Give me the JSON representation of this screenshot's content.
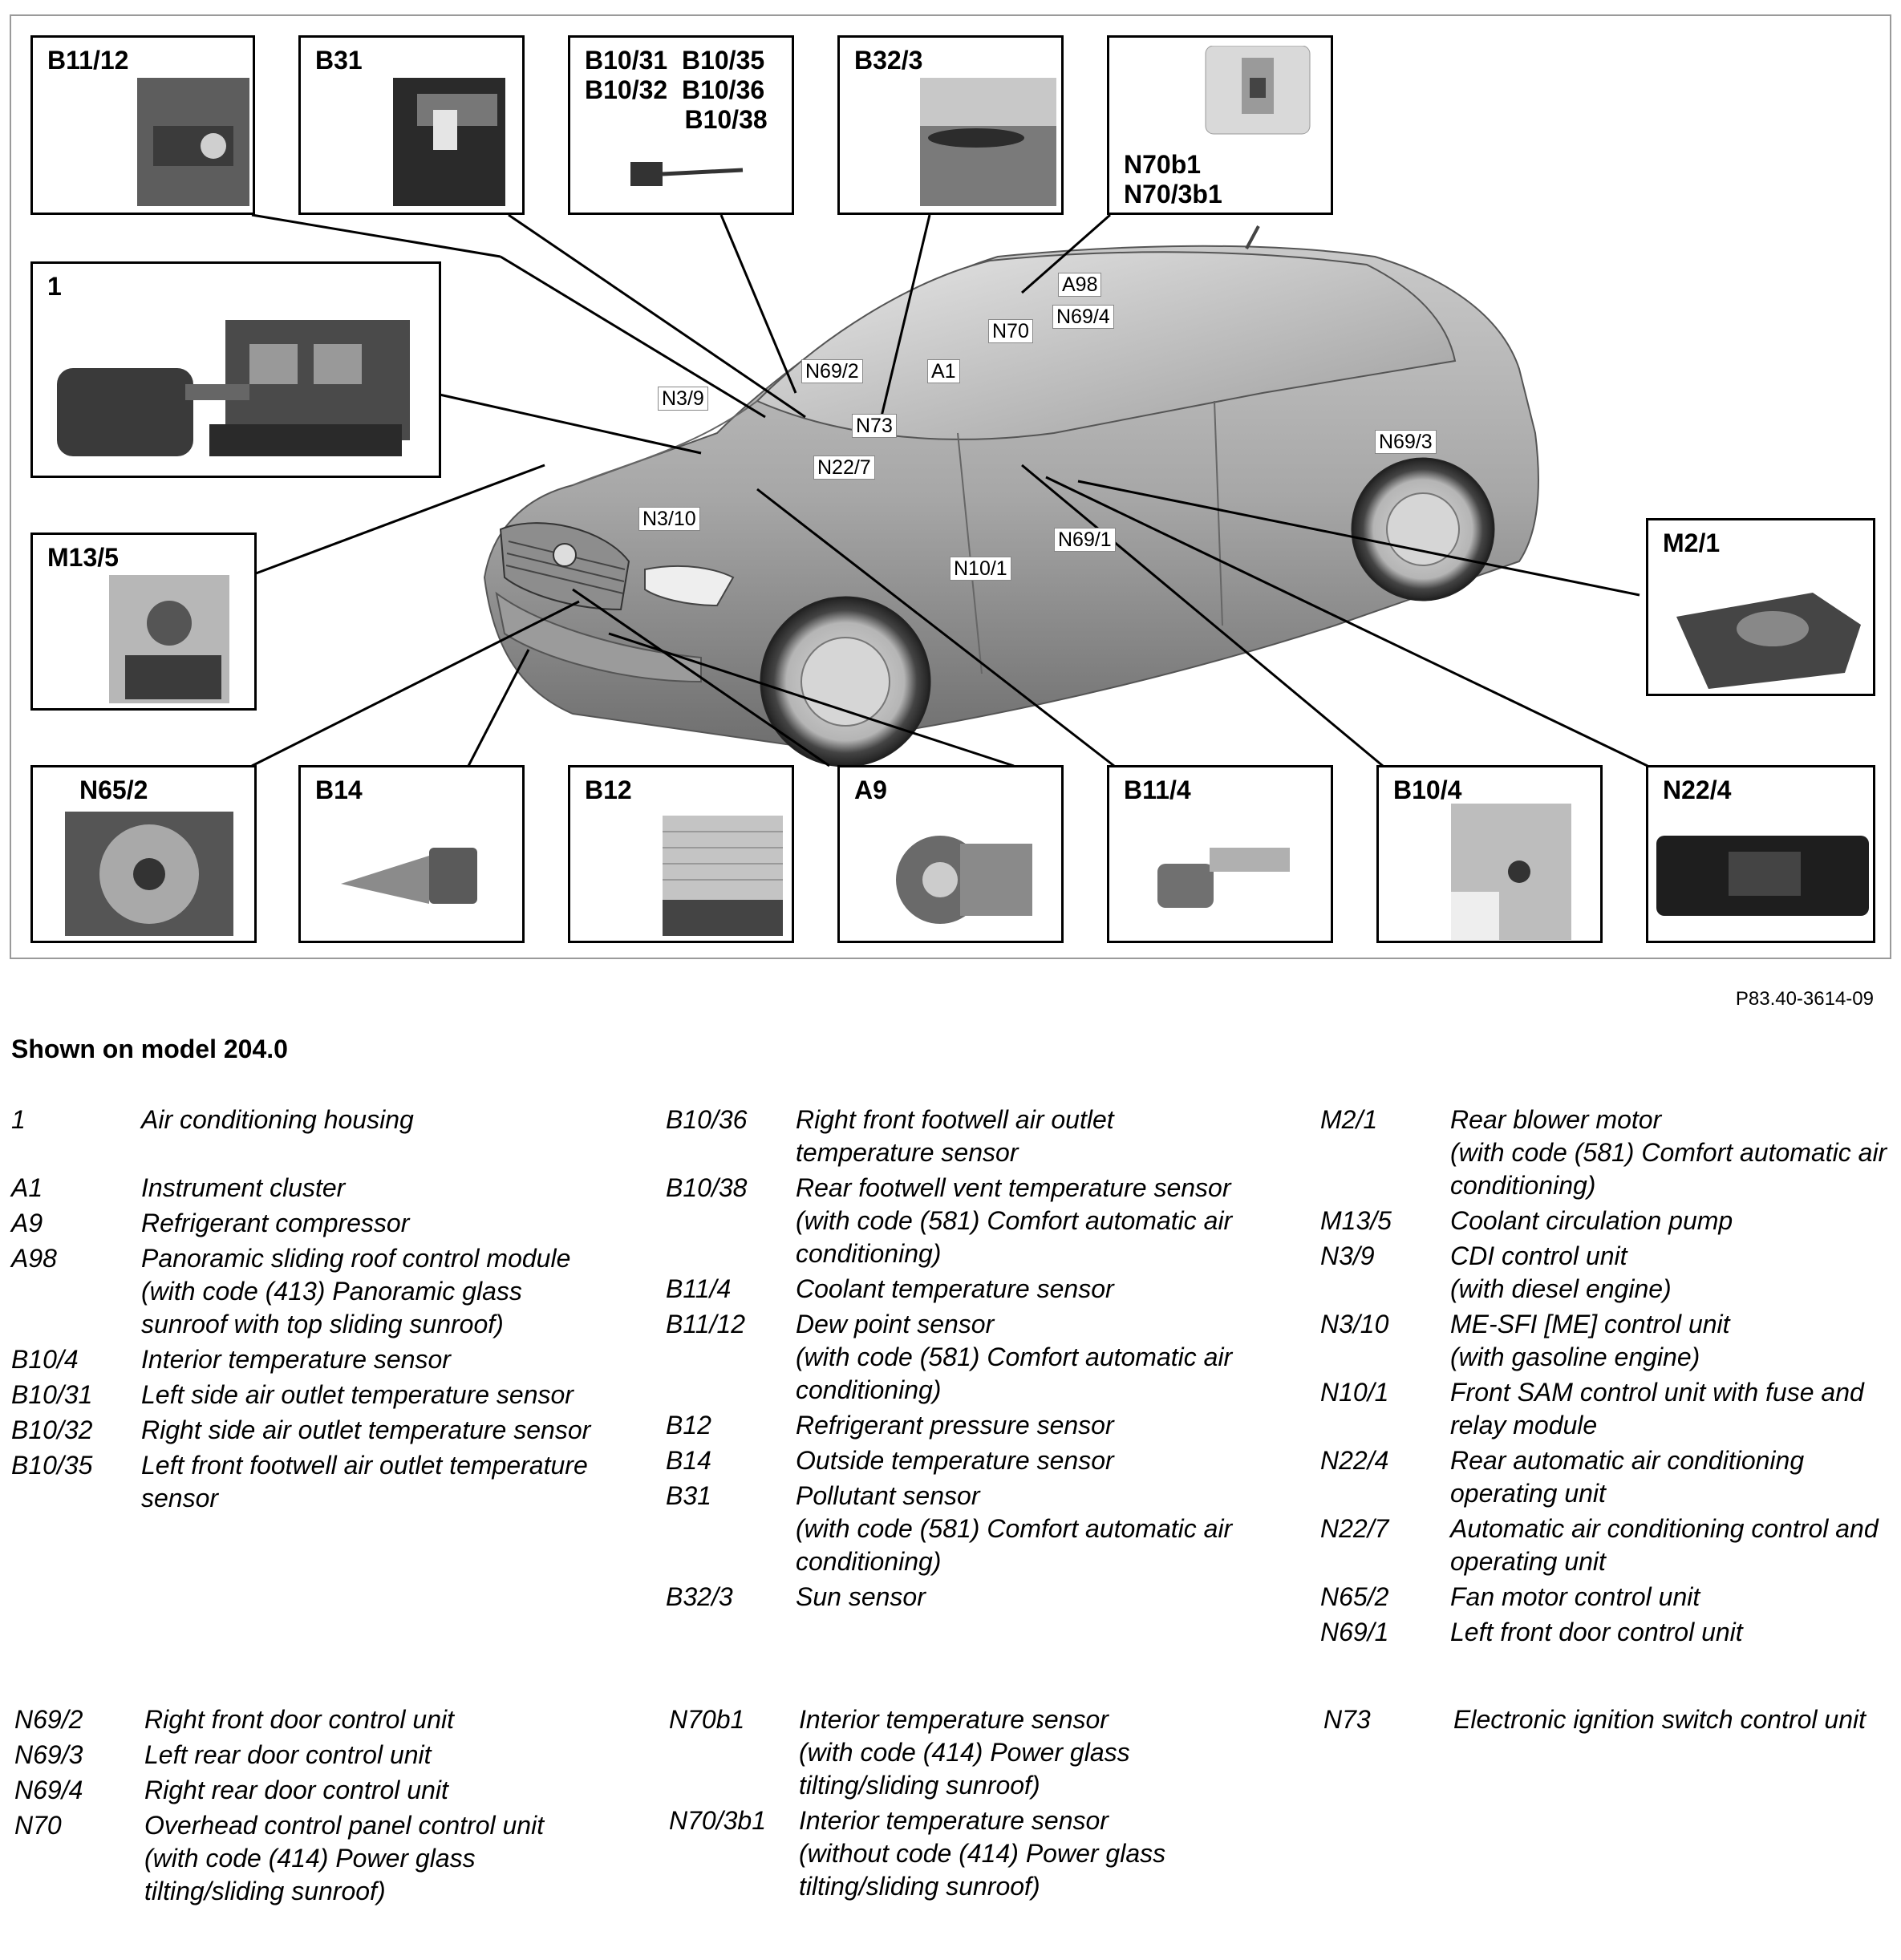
{
  "figure": {
    "figure_code": "P83.40-3614-09",
    "model_note": "Shown on model 204.0",
    "callouts": [
      {
        "id": "b11-12",
        "title": "B11/12"
      },
      {
        "id": "b31",
        "title": "B31"
      },
      {
        "id": "b10-group",
        "title": "B10/31  B10/35\nB10/32  B10/36\n              B10/38"
      },
      {
        "id": "b32-3",
        "title": "B32/3"
      },
      {
        "id": "n70b1",
        "title": "N70b1\nN70/3b1"
      },
      {
        "id": "housing",
        "title": "1"
      },
      {
        "id": "m13-5",
        "title": "M13/5"
      },
      {
        "id": "m2-1",
        "title": "M2/1"
      },
      {
        "id": "n65-2",
        "title": "N65/2"
      },
      {
        "id": "b14",
        "title": "B14"
      },
      {
        "id": "b12",
        "title": "B12"
      },
      {
        "id": "a9",
        "title": "A9"
      },
      {
        "id": "b11-4",
        "title": "B11/4"
      },
      {
        "id": "b10-4",
        "title": "B10/4"
      },
      {
        "id": "n22-4",
        "title": "N22/4"
      }
    ],
    "car_labels": [
      "A98",
      "N70",
      "N69/4",
      "N69/2",
      "A1",
      "N3/9",
      "N73",
      "N22/7",
      "N3/10",
      "N69/3",
      "N69/1",
      "N10/1"
    ]
  },
  "legend": {
    "columns": [
      [
        {
          "code": "1",
          "desc": "Air conditioning housing",
          "gap": true
        },
        {
          "code": "A1",
          "desc": "Instrument cluster"
        },
        {
          "code": "A9",
          "desc": "Refrigerant compressor"
        },
        {
          "code": "A98",
          "desc": "Panoramic sliding roof control module (with code (413) Panoramic glass sunroof with top sliding sunroof)"
        },
        {
          "code": "B10/4",
          "desc": "Interior temperature sensor"
        },
        {
          "code": "B10/31",
          "desc": "Left side air outlet temperature sensor"
        },
        {
          "code": "B10/32",
          "desc": "Right side air outlet temperature sensor"
        },
        {
          "code": "B10/35",
          "desc": "Left front footwell air outlet temperature sensor"
        }
      ],
      [
        {
          "code": "B10/36",
          "desc": "Right front footwell air outlet temperature sensor"
        },
        {
          "code": "B10/38",
          "desc": "Rear footwell vent temperature sensor\n(with code (581) Comfort automatic air conditioning)"
        },
        {
          "code": "B11/4",
          "desc": "Coolant temperature sensor"
        },
        {
          "code": "B11/12",
          "desc": "Dew point sensor\n(with code (581) Comfort automatic air conditioning)"
        },
        {
          "code": "B12",
          "desc": "Refrigerant pressure sensor"
        },
        {
          "code": "B14",
          "desc": "Outside temperature sensor"
        },
        {
          "code": "B31",
          "desc": "Pollutant sensor\n(with code (581) Comfort automatic air conditioning)"
        },
        {
          "code": "B32/3",
          "desc": "Sun sensor"
        }
      ],
      [
        {
          "code": "M2/1",
          "desc": "Rear blower motor\n(with code (581) Comfort automatic air conditioning)"
        },
        {
          "code": "M13/5",
          "desc": "Coolant circulation pump"
        },
        {
          "code": "N3/9",
          "desc": "CDI control unit\n(with diesel engine)"
        },
        {
          "code": "N3/10",
          "desc": "ME-SFI [ME] control unit\n(with gasoline engine)"
        },
        {
          "code": "N10/1",
          "desc": "Front SAM control unit with fuse and relay module"
        },
        {
          "code": "N22/4",
          "desc": "Rear automatic air conditioning operating unit"
        },
        {
          "code": "N22/7",
          "desc": "Automatic air conditioning control and operating unit"
        },
        {
          "code": "N65/2",
          "desc": "Fan motor control unit"
        },
        {
          "code": "N69/1",
          "desc": "Left front door control unit"
        }
      ],
      [
        {
          "code": "N69/2",
          "desc": "Right front door control unit"
        },
        {
          "code": "N69/3",
          "desc": "Left rear door control unit"
        },
        {
          "code": "N69/4",
          "desc": "Right rear door control unit"
        },
        {
          "code": "N70",
          "desc": "Overhead control panel control unit\n(with code (414) Power glass tilting/sliding sunroof)"
        }
      ],
      [
        {
          "code": "N70b1",
          "desc": "Interior temperature sensor\n(with code (414) Power glass tilting/sliding sunroof)"
        },
        {
          "code": "N70/3b1",
          "desc": "Interior temperature sensor\n(without code (414) Power glass tilting/sliding sunroof)"
        }
      ],
      [
        {
          "code": "N73",
          "desc": "Electronic ignition switch control unit"
        }
      ]
    ]
  }
}
